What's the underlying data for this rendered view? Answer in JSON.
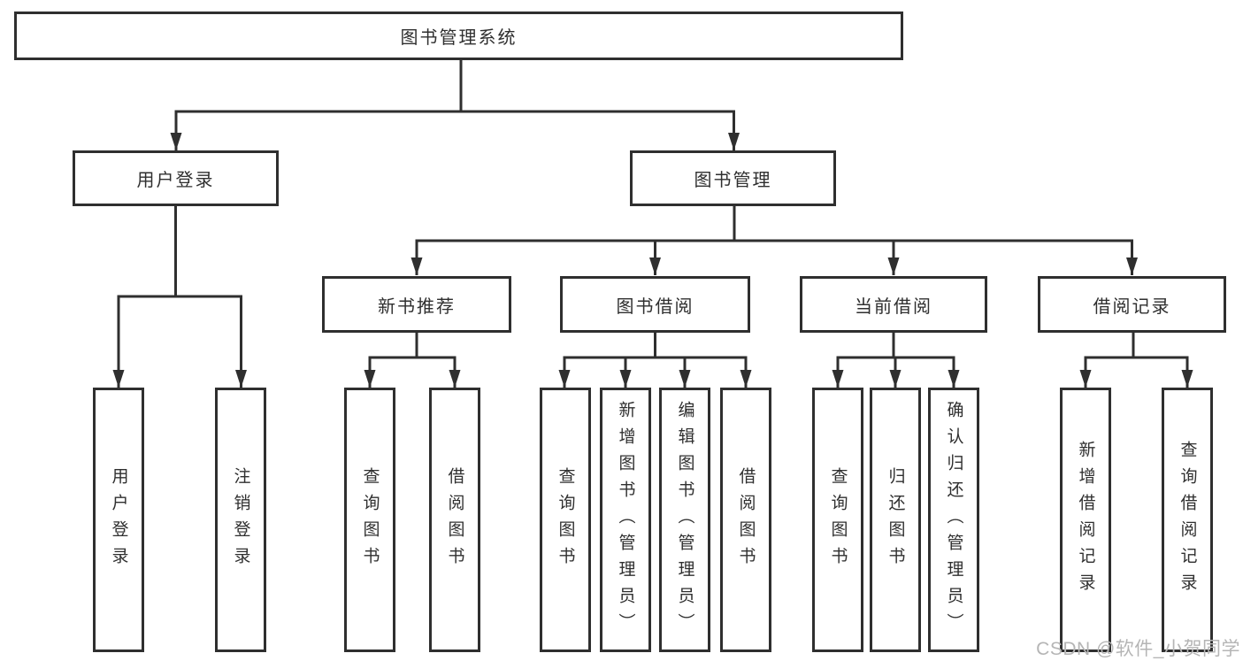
{
  "colors": {
    "background": "#ffffff",
    "line": "#2f2f2f",
    "box_border": "#2f2f2f",
    "text": "#2f2f2f",
    "watermark": "#b5b5b5"
  },
  "tree": {
    "root": "图书管理系统",
    "children": [
      {
        "label": "用户登录",
        "children": [
          "用户登录",
          "注销登录"
        ]
      },
      {
        "label": "图书管理",
        "children": [
          {
            "label": "新书推荐",
            "children": [
              "查询图书",
              "借阅图书"
            ]
          },
          {
            "label": "图书借阅",
            "children": [
              "查询图书",
              "新增图书（管理员）",
              "编辑图书（管理员）",
              "借阅图书"
            ]
          },
          {
            "label": "当前借阅",
            "children": [
              "查询图书",
              "归还图书",
              "确认归还（管理员）"
            ]
          },
          {
            "label": "借阅记录",
            "children": [
              "新增借阅记录",
              "查询借阅记录"
            ]
          }
        ]
      }
    ]
  },
  "watermark": {
    "text": "CSDN @软件_小贺同学"
  }
}
